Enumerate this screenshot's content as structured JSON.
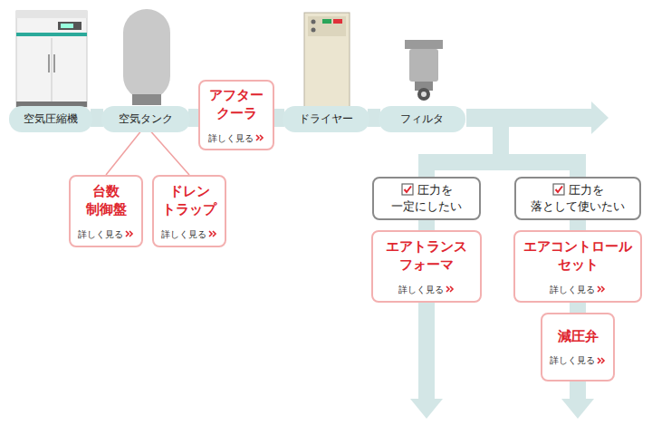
{
  "diagram": {
    "nodes": [
      {
        "text": [
          "空気圧縮機"
        ]
      },
      {
        "text": [
          "空気タンク"
        ]
      },
      {
        "text": [
          "アフター クーラ",
          "詳しく見る"
        ]
      },
      {
        "text": [
          "ドライヤー"
        ]
      },
      {
        "text": [
          "フィルタ"
        ]
      },
      {
        "text": [
          "台数 制御盤",
          "詳しく見る"
        ]
      },
      {
        "text": [
          "ドレン トラップ",
          "詳しく見る"
        ]
      },
      {
        "text": [
          "圧力を 一定にしたい"
        ]
      },
      {
        "text": [
          "圧力を 落として使いたい"
        ]
      },
      {
        "text": [
          "エアトランス フォーマ",
          "詳しく見る"
        ]
      },
      {
        "text": [
          "エアコントロール セット",
          "詳しく見る"
        ]
      },
      {
        "text": [
          "減圧弁",
          "詳しく見る"
        ]
      }
    ],
    "edges": [
      {
        "from": 0,
        "to": 1,
        "arrow": "none"
      },
      {
        "from": 1,
        "to": 2,
        "arrow": "none"
      },
      {
        "from": 2,
        "to": 3,
        "arrow": "none"
      },
      {
        "from": 3,
        "to": 4,
        "arrow": "none"
      },
      {
        "from": 1,
        "to": 5,
        "arrow": "none"
      },
      {
        "from": 1,
        "to": 6,
        "arrow": "none"
      },
      {
        "from": 7,
        "to": 9,
        "arrow": "none"
      },
      {
        "from": 8,
        "to": 10,
        "arrow": "none"
      },
      {
        "from": 10,
        "to": 11,
        "arrow": "none"
      }
    ]
  }
}
